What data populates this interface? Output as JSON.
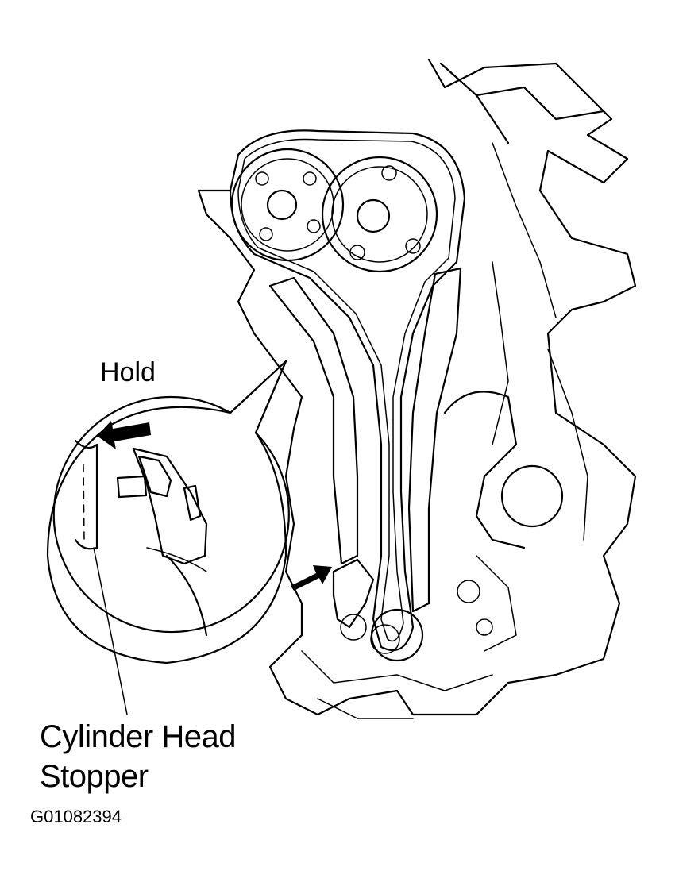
{
  "labels": {
    "hold": "Hold",
    "cylinder_head_stopper_line1": "Cylinder Head",
    "cylinder_head_stopper_line2": "Stopper",
    "figure_id": "G01082394"
  },
  "colors": {
    "ink": "#000000",
    "background": "#ffffff"
  }
}
